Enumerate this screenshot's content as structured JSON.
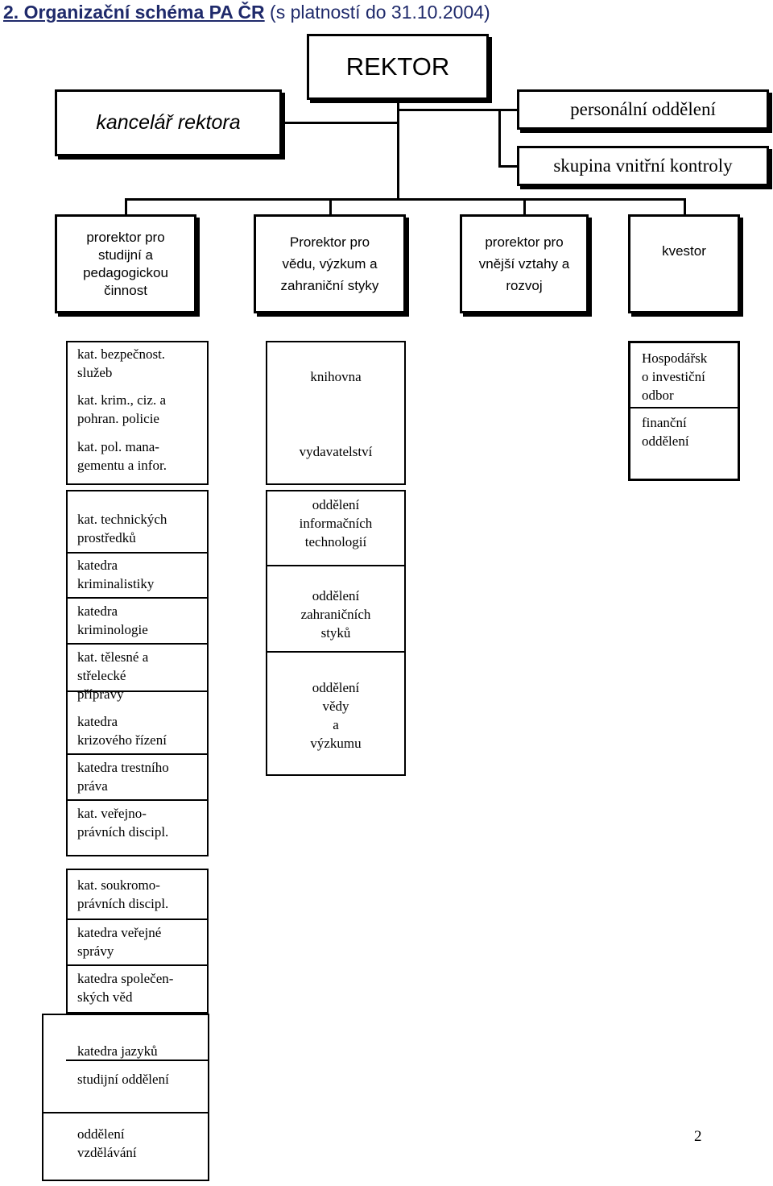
{
  "header": {
    "title": "2. Organizační schéma PA ČR",
    "validity": " (s platností do 31.10.2004)"
  },
  "top": {
    "rektor": "REKTOR",
    "kancelar": "kancelář rektora",
    "personalni": "personální oddělení",
    "kontrola": "skupina vnitřní kontroly"
  },
  "prorectors": [
    "prorektor pro\nstudijní a\npedagogickou\nčinnost",
    "Prorektor pro\nvědu, výzkum a\nzahraniční styky",
    "prorektor pro\nvnější vztahy a\nrozvoj",
    "kvestor"
  ],
  "study_units": [
    "kat. bezpečnost.\nslužeb",
    "kat. krim., ciz. a\npohran. policie",
    "kat. pol. mana-\ngementu a infor.",
    "kat. technických\nprostředků",
    "katedra\nkriminalistiky",
    "katedra\nkriminologie",
    "kat. tělesné a\nstřelecké\npřípravy",
    "katedra\nkrizového řízení",
    "katedra trestního\npráva",
    "kat. veřejno-\nprávních discipl.",
    "kat. soukromo-\nprávních discipl.",
    "katedra veřejné\nsprávy",
    "katedra společen-\nských věd",
    "katedra jazyků",
    "studijní oddělení",
    "oddělení\nvzdělávání"
  ],
  "science_units": [
    "knihovna",
    "vydavatelství",
    "oddělení\ninformačních\ntechnologií",
    "oddělení\nzahraničních\nstyků",
    "oddělení\nvědy\na\nvýzkumu"
  ],
  "kvestor_units": [
    "Hospodářsk\no investiční\nodbor",
    "finanční\noddělení"
  ],
  "page_number": "2"
}
